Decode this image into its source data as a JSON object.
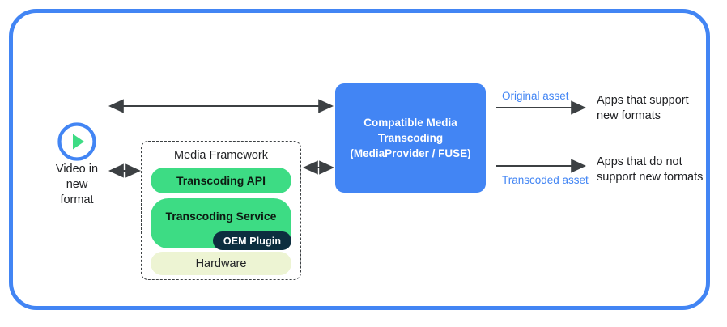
{
  "frame": {
    "border_color": "#4285f4"
  },
  "source": {
    "icon": "play-circle-icon",
    "icon_ring_color": "#4285f4",
    "icon_triangle_color": "#3ddc84",
    "label": "Video in\nnew\nformat",
    "label_line1": "Video in",
    "label_line2": "new",
    "label_line3": "format"
  },
  "media_framework": {
    "title": "Media Framework",
    "border_style": "dashed",
    "items": [
      {
        "label": "Transcoding API",
        "color": "#3ddc84",
        "text_color": "#0d1b12"
      },
      {
        "label": "Transcoding Service",
        "color": "#3ddc84",
        "text_color": "#0d1b12"
      },
      {
        "label": "Hardware",
        "color": "#edf4d3",
        "text_color": "#202124"
      }
    ],
    "badge": {
      "label": "OEM Plugin",
      "color": "#0c2e3f",
      "text_color": "#ffffff"
    }
  },
  "cmt": {
    "line1": "Compatible Media",
    "line2": "Transcoding",
    "line3": "(MediaProvider / FUSE)",
    "color": "#4285f4",
    "text_color": "#ffffff"
  },
  "outputs": [
    {
      "asset_label": "Original asset",
      "asset_label_color": "#4285f4",
      "consumer_line1": "Apps that support",
      "consumer_line2": "new formats"
    },
    {
      "asset_label": "Transcoded asset",
      "asset_label_color": "#4285f4",
      "consumer_line1": "Apps that do not",
      "consumer_line2": "support new formats"
    }
  ],
  "arrows": [
    {
      "name": "video-to-cmt-arrow",
      "direction": "bidirectional"
    },
    {
      "name": "video-to-framework-arrow",
      "direction": "bidirectional"
    },
    {
      "name": "framework-to-cmt-arrow",
      "direction": "bidirectional"
    },
    {
      "name": "cmt-to-apps-support-arrow",
      "direction": "right"
    },
    {
      "name": "cmt-to-apps-nosupport-arrow",
      "direction": "right"
    }
  ]
}
